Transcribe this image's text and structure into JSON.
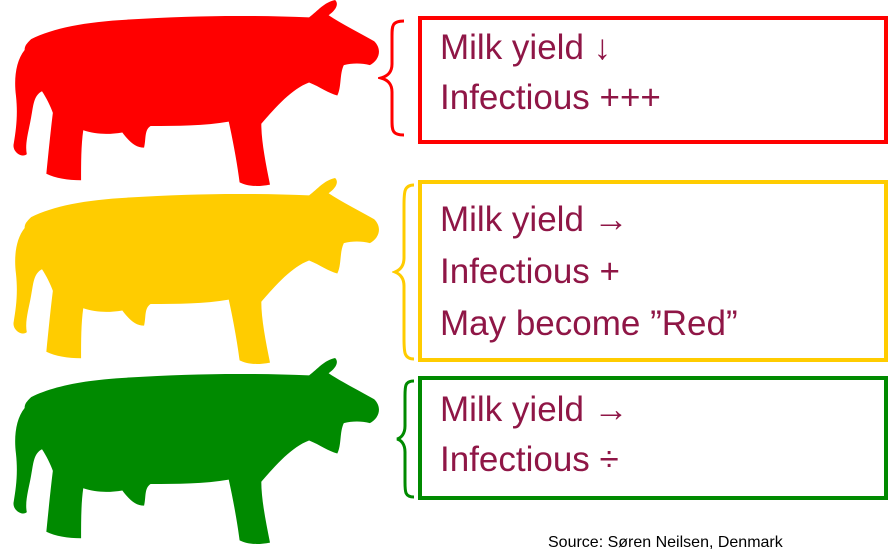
{
  "colors": {
    "red": "#ff0000",
    "yellow": "#ffcc00",
    "green": "#008a00",
    "text": "#8f1646"
  },
  "categories": [
    {
      "name": "red",
      "icon": "red-cow-icon",
      "lines": [
        "Milk yield ↓",
        "Infectious +++"
      ]
    },
    {
      "name": "yellow",
      "icon": "yellow-cow-icon",
      "lines": [
        "Milk yield →",
        "Infectious +",
        "May become ”Red”"
      ]
    },
    {
      "name": "green",
      "icon": "green-cow-icon",
      "lines": [
        "Milk yield →",
        "Infectious ÷"
      ]
    }
  ],
  "source": "Source: Søren Neilsen, Denmark"
}
